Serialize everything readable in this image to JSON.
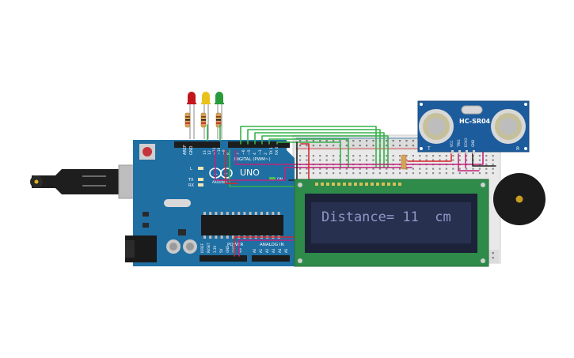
{
  "arduino": {
    "brand": "ARDUINO",
    "model": "UNO",
    "digital_label": "DIGITAL (PWM~)",
    "power_label": "POWER",
    "analog_label": "ANALOG IN",
    "tx": "TX",
    "rx": "RX",
    "l": "L",
    "aref": "AREF",
    "gnd": "GND",
    "on": "ON",
    "digital_pins": [
      "13",
      "12",
      "~11",
      "~10",
      "~9",
      "8",
      "7",
      "~6",
      "~5",
      "4",
      "~3",
      "2",
      "TX 1",
      "RX 0"
    ],
    "power_pins": [
      "IOREF",
      "RESET",
      "3.3V",
      "5V",
      "GND",
      "GND",
      "Vin"
    ],
    "analog_pins": [
      "A0",
      "A1",
      "A2",
      "A3",
      "A4",
      "A5"
    ]
  },
  "sensor": {
    "name": "HC-SR04",
    "pins": [
      "VCC",
      "TRIG",
      "ECHO",
      "GND"
    ]
  },
  "lcd": {
    "line1": "Distance= 11  cm",
    "line2": ""
  },
  "colors": {
    "board": "#1f6fa3",
    "lcd_pcb": "#2e8b4a",
    "lcd_screen": "#27314f",
    "lcd_text": "#8f98c8",
    "sensor": "#1d5c9c",
    "wire_green": "#35b24a",
    "wire_red": "#d6252b",
    "wire_magenta": "#c0237a",
    "wire_black": "#222222",
    "buzzer": "#1b1b1b"
  },
  "leds": [
    {
      "color": "#c0161c",
      "name": "red"
    },
    {
      "color": "#e8c21b",
      "name": "yellow"
    },
    {
      "color": "#2a9b3b",
      "name": "green"
    }
  ]
}
